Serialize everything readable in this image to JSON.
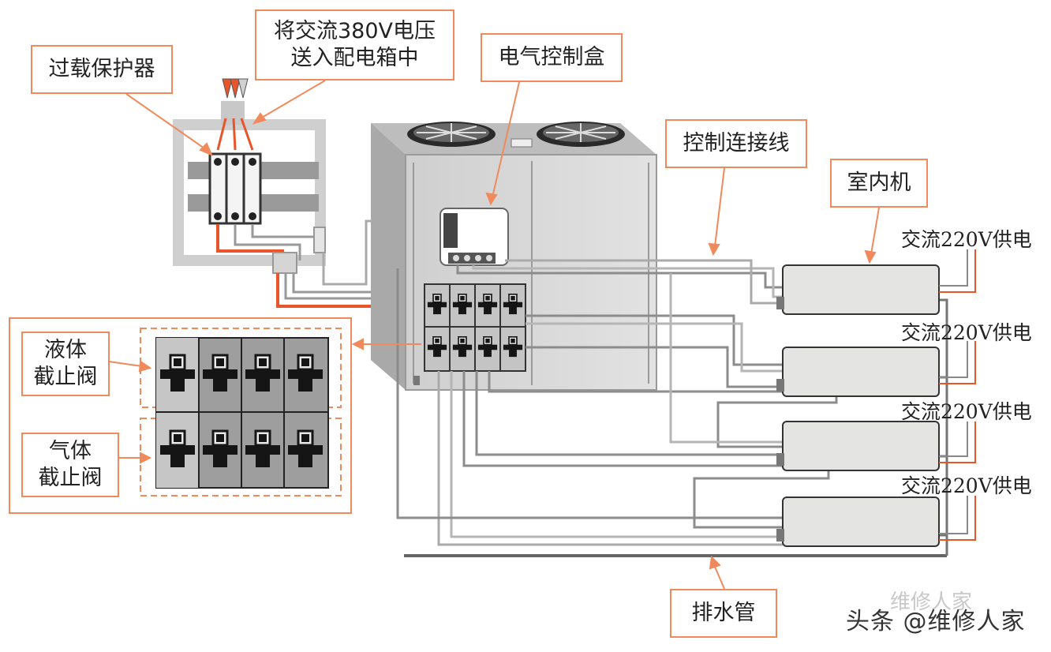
{
  "labels": {
    "overload_protector": "过载保护器",
    "ac380_line1": "将交流380V电压",
    "ac380_line2": "送入配电箱中",
    "control_box": "电气控制盒",
    "control_wire": "控制连接线",
    "indoor_unit": "室内机",
    "liquid_valve_line1": "液体",
    "liquid_valve_line2": "截止阀",
    "gas_valve_line1": "气体",
    "gas_valve_line2": "截止阀",
    "drain_pipe": "排水管"
  },
  "supply_labels": [
    "交流220V供电",
    "交流220V供电",
    "交流220V供电",
    "交流220V供电"
  ],
  "watermark": {
    "text": "头条 @维修人家",
    "ghost": "维修人家"
  },
  "colors": {
    "callout_border": "#f08a5c",
    "power_wire": "#e8552a",
    "pipe_gray": "#8c8c8c",
    "unit_fill": "#e4e4e2",
    "valve_black": "#151515"
  }
}
